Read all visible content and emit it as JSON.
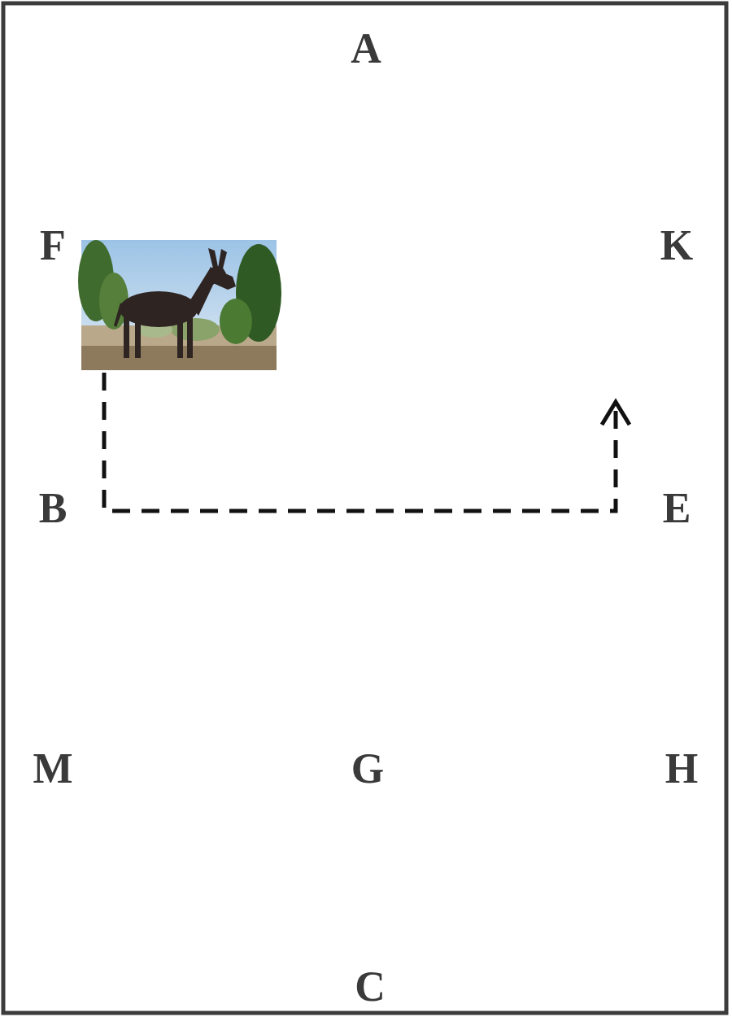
{
  "diagram": {
    "labels": [
      "A",
      "F",
      "K",
      "B",
      "E",
      "M",
      "G",
      "H",
      "C"
    ]
  }
}
